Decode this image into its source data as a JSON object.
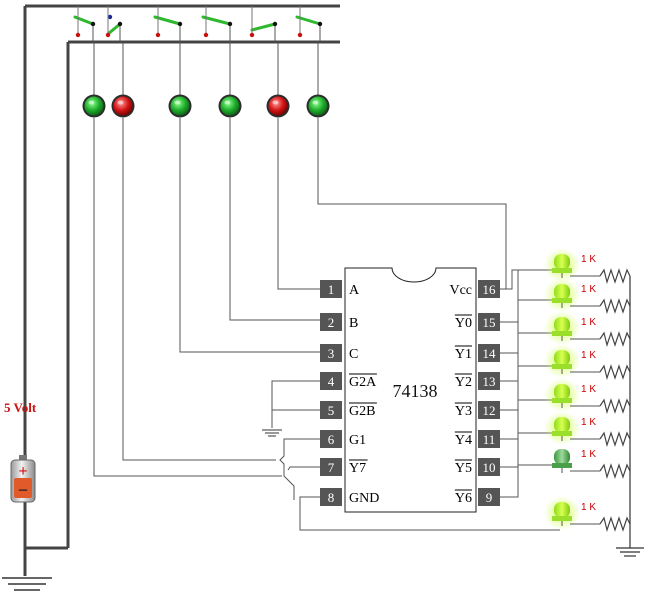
{
  "supply": {
    "label": "5 Volt",
    "plus": "+",
    "minus": "−"
  },
  "chip": {
    "name": "74138",
    "left_pins": [
      {
        "num": "1",
        "label": "A",
        "bar": false
      },
      {
        "num": "2",
        "label": "B",
        "bar": false
      },
      {
        "num": "3",
        "label": "C",
        "bar": false
      },
      {
        "num": "4",
        "label": "G2A",
        "bar": true
      },
      {
        "num": "5",
        "label": "G2B",
        "bar": true
      },
      {
        "num": "6",
        "label": "G1",
        "bar": false
      },
      {
        "num": "7",
        "label": "Y7",
        "bar": true
      },
      {
        "num": "8",
        "label": "GND",
        "bar": false
      }
    ],
    "right_pins": [
      {
        "num": "16",
        "label": "Vcc",
        "bar": false
      },
      {
        "num": "15",
        "label": "Y0",
        "bar": true
      },
      {
        "num": "14",
        "label": "Y1",
        "bar": true
      },
      {
        "num": "13",
        "label": "Y2",
        "bar": true
      },
      {
        "num": "12",
        "label": "Y3",
        "bar": true
      },
      {
        "num": "11",
        "label": "Y4",
        "bar": true
      },
      {
        "num": "10",
        "label": "Y5",
        "bar": true
      },
      {
        "num": "9",
        "label": "Y6",
        "bar": true
      }
    ]
  },
  "input_leds": [
    {
      "name": "input-led-1",
      "state": "on",
      "color": "#1a9a2a"
    },
    {
      "name": "input-led-2",
      "state": "off",
      "color": "#c81010"
    },
    {
      "name": "input-led-3",
      "state": "on",
      "color": "#1a9a2a"
    },
    {
      "name": "input-led-4",
      "state": "on",
      "color": "#1a9a2a"
    },
    {
      "name": "input-led-5",
      "state": "off",
      "color": "#c81010"
    },
    {
      "name": "input-led-6",
      "state": "on",
      "color": "#1a9a2a"
    }
  ],
  "output_leds": [
    {
      "name": "output-led-1",
      "lit": true
    },
    {
      "name": "output-led-2",
      "lit": true
    },
    {
      "name": "output-led-3",
      "lit": true
    },
    {
      "name": "output-led-4",
      "lit": true
    },
    {
      "name": "output-led-5",
      "lit": true
    },
    {
      "name": "output-led-6",
      "lit": true
    },
    {
      "name": "output-led-7",
      "lit": false
    },
    {
      "name": "output-led-8",
      "lit": true
    }
  ],
  "resistors": [
    "1 K",
    "1 K",
    "1 K",
    "1 K",
    "1 K",
    "1 K",
    "1 K",
    "1 K"
  ],
  "colors": {
    "wire": "#555555",
    "rail": "#444444",
    "switch": "#2eb82e",
    "pin_box": "#555555"
  }
}
